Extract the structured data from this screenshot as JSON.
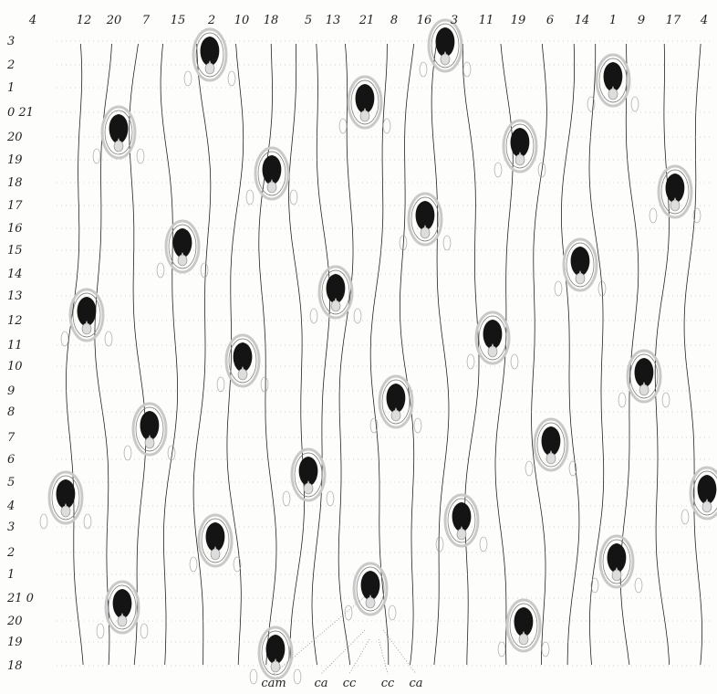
{
  "figure": {
    "top_labels": [
      "4",
      "12",
      "20",
      "7",
      "15",
      "2",
      "10",
      "18",
      "5",
      "13",
      "21",
      "8",
      "16",
      "3",
      "11",
      "19",
      "6",
      "14",
      "1",
      "9",
      "17",
      "4"
    ],
    "left_labels": [
      "3",
      "2",
      "1",
      "0 21",
      "20",
      "19",
      "18",
      "17",
      "16",
      "15",
      "14",
      "13",
      "12",
      "11",
      "10",
      "9",
      "8",
      "7",
      "6",
      "5",
      "4",
      "3",
      "2",
      "1",
      "21 0",
      "20",
      "19",
      "18"
    ],
    "bottom_labels": [
      "cam",
      "ca",
      "cc",
      "cc",
      "ca"
    ],
    "colors": {
      "ink": "#222222",
      "cell": "#141414",
      "halo": "#c9c9c9",
      "paper": "#fdfdfb"
    }
  }
}
